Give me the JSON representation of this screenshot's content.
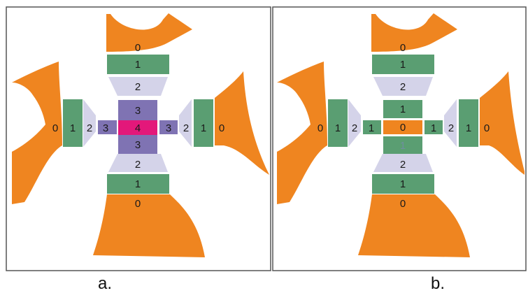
{
  "colors": {
    "orange": "#ef8520",
    "green": "#5a9e72",
    "lavender": "#d4d3e9",
    "purple": "#7f73b3",
    "magenta": "#e3187a",
    "frame": "#555555"
  },
  "panels": [
    {
      "caption": "a.",
      "labels": {
        "top": [
          "0",
          "1",
          "2",
          "3"
        ],
        "bottom": [
          "3",
          "2",
          "1",
          "0"
        ],
        "left": [
          "0",
          "1",
          "2",
          "3"
        ],
        "right": [
          "3",
          "2",
          "1",
          "0"
        ],
        "center": "4"
      }
    },
    {
      "caption": "b.",
      "labels": {
        "top": [
          "0",
          "1",
          "2",
          "1"
        ],
        "bottom": [
          "1",
          "2",
          "1",
          "0"
        ],
        "left": [
          "0",
          "1",
          "2",
          "1"
        ],
        "right": [
          "1",
          "2",
          "1",
          "0"
        ],
        "center": "0"
      }
    }
  ]
}
